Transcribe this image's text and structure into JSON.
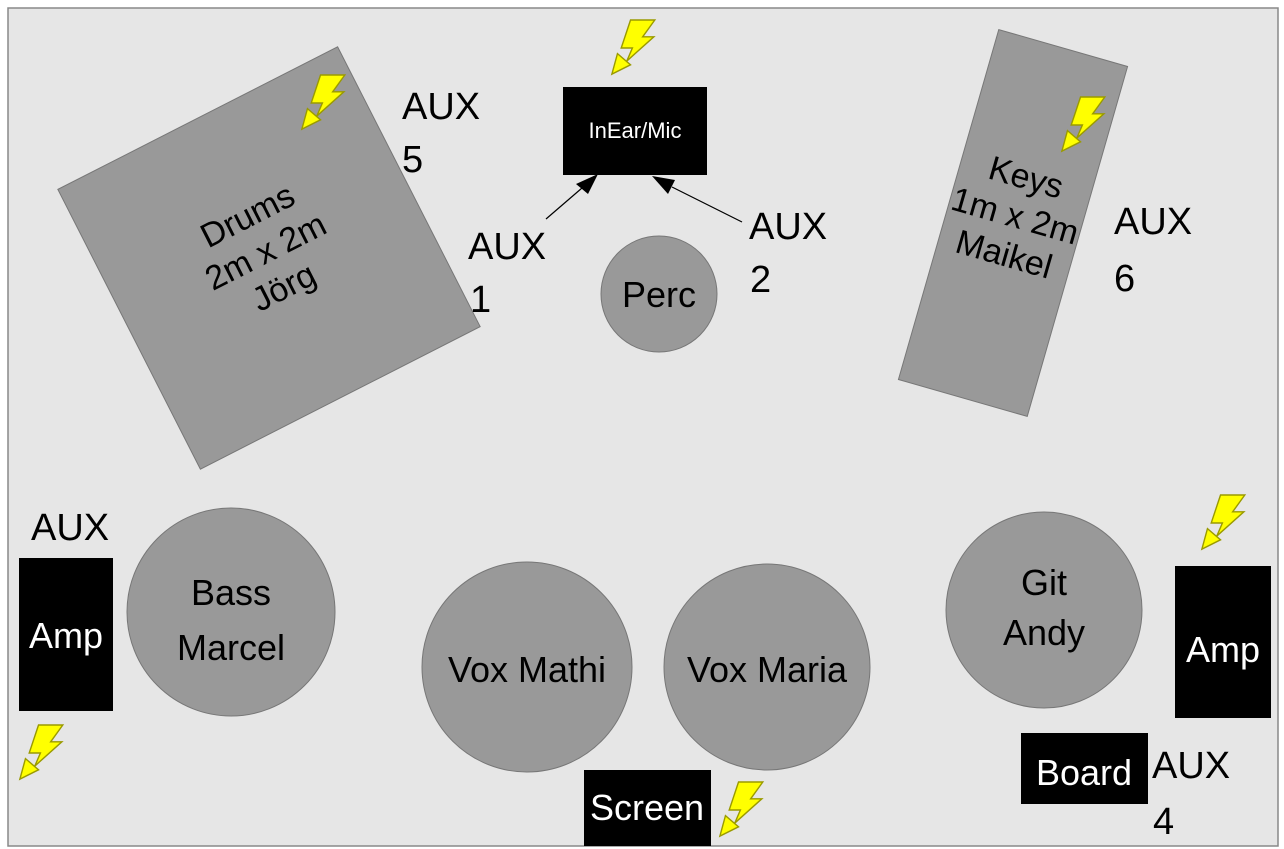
{
  "colors": {
    "stage_bg": "#e6e6e6",
    "stage_border": "#888888",
    "riser": "#999999",
    "position": "#999999",
    "box": "#000000",
    "power": "#ffff00"
  },
  "stage": {
    "drums": {
      "line1": "Drums",
      "line2": "2m x 2m",
      "line3": "Jörg"
    },
    "keys": {
      "line1": "Keys",
      "line2": "1m x 2m",
      "line3": "Maikel"
    },
    "perc": {
      "label": "Perc"
    },
    "bass": {
      "line1": "Bass",
      "line2": "Marcel"
    },
    "vox_mathi": {
      "label": "Vox Mathi"
    },
    "vox_maria": {
      "label": "Vox Maria"
    },
    "guitar": {
      "line1": "Git",
      "line2": "Andy"
    },
    "inear": {
      "label": "InEar/Mic"
    },
    "amp_left": {
      "label": "Amp"
    },
    "amp_right": {
      "label": "Amp"
    },
    "board": {
      "label": "Board"
    },
    "screen": {
      "label": "Screen"
    }
  },
  "aux": {
    "aux5": {
      "line1": "AUX",
      "line2": "5"
    },
    "aux1": {
      "line1": "AUX",
      "line2": "1"
    },
    "aux2": {
      "line1": "AUX",
      "line2": "2"
    },
    "aux6": {
      "line1": "AUX",
      "line2": "6"
    },
    "aux_left": {
      "line1": "AUX"
    },
    "aux4": {
      "line1": "AUX",
      "line2": "4"
    }
  }
}
